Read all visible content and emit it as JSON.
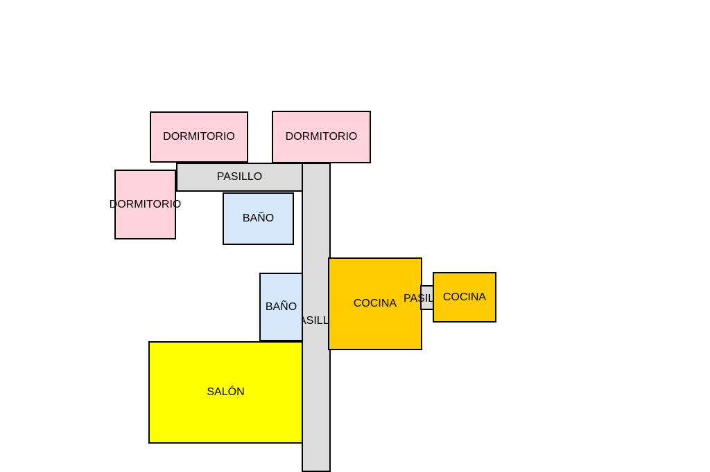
{
  "rooms": {
    "dormitorio_1": "DORMITORIO",
    "dormitorio_2": "DORMITORIO",
    "dormitorio_3": "DORMITORIO",
    "pasillo_top": "PASILLO",
    "bano_1": "BAÑO",
    "bano_2": "BAÑO",
    "pasillo_vertical": "ASILL",
    "salon": "SALÓN",
    "cocina_1": "COCINA",
    "pasillo_small": "PASIL",
    "cocina_2": "COCINA"
  },
  "colors": {
    "dormitorio": "#ffd2dc",
    "pasillo": "#dcdcdc",
    "bano": "#d5e9fb",
    "cocina": "#ffcc00",
    "salon": "#ffff00"
  }
}
